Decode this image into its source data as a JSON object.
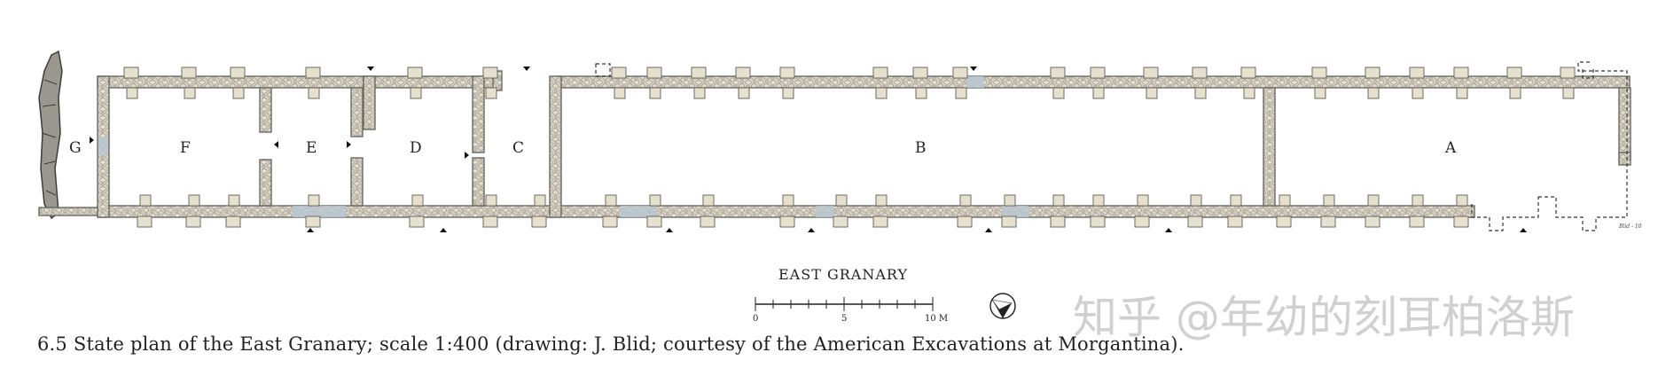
{
  "rooms": [
    {
      "id": "G",
      "label": "G"
    },
    {
      "id": "F",
      "label": "F"
    },
    {
      "id": "E",
      "label": "E"
    },
    {
      "id": "D",
      "label": "D"
    },
    {
      "id": "C",
      "label": "C"
    },
    {
      "id": "B",
      "label": "B"
    },
    {
      "id": "A",
      "label": "A"
    }
  ],
  "scale_bar": {
    "title": "EAST GRANARY",
    "ticks": [
      "0",
      "5",
      "10 M"
    ]
  },
  "signature": "Blid - 10",
  "caption": "6.5  State plan of the East Granary; scale 1:400 (drawing: J. Blid; courtesy of the American Excavations at Morgantina).",
  "watermark": "知乎 @年幼的刻耳柏洛斯",
  "colors": {
    "wall_fill": "#d9d5c9",
    "wall_stroke": "#6b6a63",
    "stone": "#e6e0cf",
    "stone_dark": "#8f8c82",
    "blue_wash": "#b9c7d3",
    "ink": "#222222"
  }
}
